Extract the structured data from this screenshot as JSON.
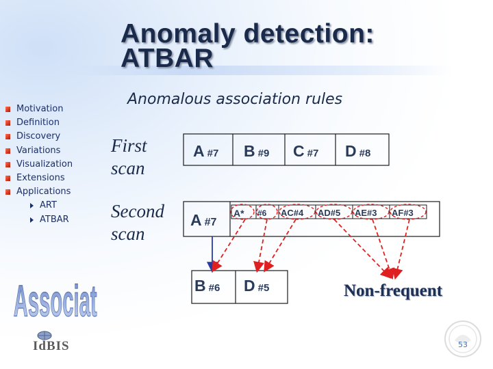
{
  "slide": {
    "title_line1": "Anomaly detection:",
    "title_line2": "ATBAR",
    "subtitle": "Anomalous association rules",
    "page_number": "53"
  },
  "nav": {
    "items": [
      "Motivation",
      "Definition",
      "Discovery",
      "Variations",
      "Visualization",
      "Extensions",
      "Applications"
    ],
    "subitems": [
      "ART",
      "ATBAR"
    ]
  },
  "scans": {
    "first_line1": "First",
    "first_line2": "scan",
    "second_line1": "Second",
    "second_line2": "scan"
  },
  "first_row": [
    {
      "item": "A",
      "count": "#7"
    },
    {
      "item": "B",
      "count": "#9"
    },
    {
      "item": "C",
      "count": "#7"
    },
    {
      "item": "D",
      "count": "#8"
    }
  ],
  "second_row": {
    "main": {
      "item": "A",
      "count": "#7"
    },
    "sub": [
      {
        "label": "A*",
        "count": "#6"
      },
      {
        "label": "AC#4"
      },
      {
        "label": "AD#5"
      },
      {
        "label": "AE#3"
      },
      {
        "label": "AF#3"
      }
    ]
  },
  "third_row": [
    {
      "item": "B",
      "count": "#6"
    },
    {
      "item": "D",
      "count": "#5"
    }
  ],
  "non_frequent_label": "Non-frequent",
  "logos": {
    "association": "Association",
    "brand": "IdBIS"
  },
  "colors": {
    "title": "#1a2a4a",
    "bullet": "#d03a20",
    "nav_text": "#1a2e6a",
    "arrow_red": "#e02020",
    "arrow_blue": "#2a3aa0"
  }
}
